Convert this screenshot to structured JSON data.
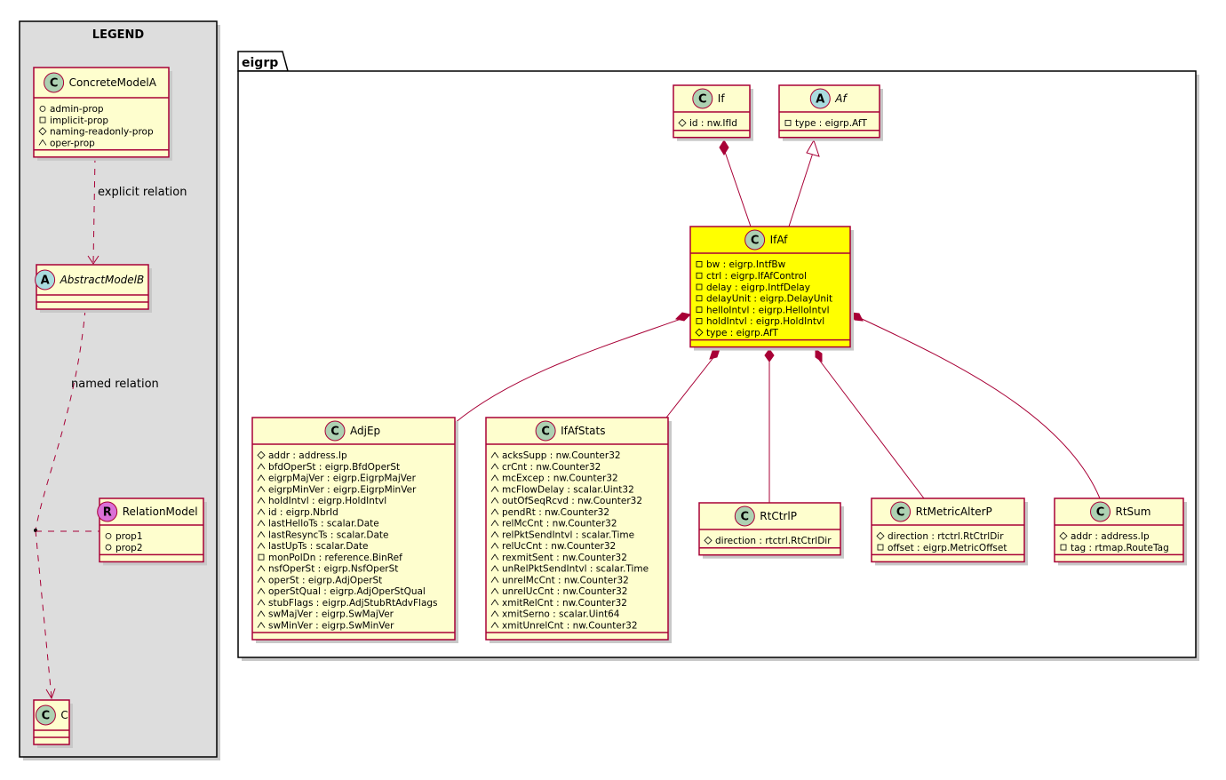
{
  "legend": {
    "title": "LEGEND",
    "concrete": {
      "stereo": "C",
      "name": "ConcreteModelA",
      "props": [
        {
          "vis": "public",
          "text": "admin-prop"
        },
        {
          "vis": "private",
          "text": "implicit-prop"
        },
        {
          "vis": "protected",
          "text": "naming-readonly-prop"
        },
        {
          "vis": "package",
          "text": "oper-prop"
        }
      ]
    },
    "abstract": {
      "stereo": "A",
      "name": "AbstractModelB"
    },
    "relation": {
      "stereo": "R",
      "name": "RelationModel",
      "props": [
        {
          "vis": "public",
          "text": "prop1"
        },
        {
          "vis": "public",
          "text": "prop2"
        }
      ]
    },
    "c": {
      "stereo": "C",
      "name": "C"
    },
    "explicit_label": "explicit relation",
    "named_label": "named relation"
  },
  "package": {
    "name": "eigrp"
  },
  "classes": {
    "If": {
      "stereo": "C",
      "name": "If",
      "props": [
        {
          "vis": "protected",
          "text": "id : nw.IfId"
        }
      ]
    },
    "Af": {
      "stereo": "A",
      "name": "Af",
      "props": [
        {
          "vis": "private",
          "text": "type : eigrp.AfT"
        }
      ]
    },
    "IfAf": {
      "stereo": "C",
      "name": "IfAf",
      "props": [
        {
          "vis": "private",
          "text": "bw : eigrp.IntfBw"
        },
        {
          "vis": "private",
          "text": "ctrl : eigrp.IfAfControl"
        },
        {
          "vis": "private",
          "text": "delay : eigrp.IntfDelay"
        },
        {
          "vis": "private",
          "text": "delayUnit : eigrp.DelayUnit"
        },
        {
          "vis": "private",
          "text": "helloIntvl : eigrp.HelloIntvl"
        },
        {
          "vis": "private",
          "text": "holdIntvl : eigrp.HoldIntvl"
        },
        {
          "vis": "protected",
          "text": "type : eigrp.AfT"
        }
      ]
    },
    "AdjEp": {
      "stereo": "C",
      "name": "AdjEp",
      "props": [
        {
          "vis": "protected",
          "text": "addr : address.Ip"
        },
        {
          "vis": "package",
          "text": "bfdOperSt : eigrp.BfdOperSt"
        },
        {
          "vis": "package",
          "text": "eigrpMajVer : eigrp.EigrpMajVer"
        },
        {
          "vis": "package",
          "text": "eigrpMinVer : eigrp.EigrpMinVer"
        },
        {
          "vis": "package",
          "text": "holdIntvl : eigrp.HoldIntvl"
        },
        {
          "vis": "package",
          "text": "id : eigrp.NbrId"
        },
        {
          "vis": "package",
          "text": "lastHelloTs : scalar.Date"
        },
        {
          "vis": "package",
          "text": "lastResyncTs : scalar.Date"
        },
        {
          "vis": "package",
          "text": "lastUpTs : scalar.Date"
        },
        {
          "vis": "private",
          "text": "monPolDn : reference.BinRef"
        },
        {
          "vis": "package",
          "text": "nsfOperSt : eigrp.NsfOperSt"
        },
        {
          "vis": "package",
          "text": "operSt : eigrp.AdjOperSt"
        },
        {
          "vis": "package",
          "text": "operStQual : eigrp.AdjOperStQual"
        },
        {
          "vis": "package",
          "text": "stubFlags : eigrp.AdjStubRtAdvFlags"
        },
        {
          "vis": "package",
          "text": "swMajVer : eigrp.SwMajVer"
        },
        {
          "vis": "package",
          "text": "swMinVer : eigrp.SwMinVer"
        }
      ]
    },
    "IfAfStats": {
      "stereo": "C",
      "name": "IfAfStats",
      "props": [
        {
          "vis": "package",
          "text": "acksSupp : nw.Counter32"
        },
        {
          "vis": "package",
          "text": "crCnt : nw.Counter32"
        },
        {
          "vis": "package",
          "text": "mcExcep : nw.Counter32"
        },
        {
          "vis": "package",
          "text": "mcFlowDelay : scalar.Uint32"
        },
        {
          "vis": "package",
          "text": "outOfSeqRcvd : nw.Counter32"
        },
        {
          "vis": "package",
          "text": "pendRt : nw.Counter32"
        },
        {
          "vis": "package",
          "text": "relMcCnt : nw.Counter32"
        },
        {
          "vis": "package",
          "text": "relPktSendIntvl : scalar.Time"
        },
        {
          "vis": "package",
          "text": "relUcCnt : nw.Counter32"
        },
        {
          "vis": "package",
          "text": "rexmitSent : nw.Counter32"
        },
        {
          "vis": "package",
          "text": "unRelPktSendIntvl : scalar.Time"
        },
        {
          "vis": "package",
          "text": "unrelMcCnt : nw.Counter32"
        },
        {
          "vis": "package",
          "text": "unrelUcCnt : nw.Counter32"
        },
        {
          "vis": "package",
          "text": "xmitRelCnt : nw.Counter32"
        },
        {
          "vis": "package",
          "text": "xmitSerno : scalar.Uint64"
        },
        {
          "vis": "package",
          "text": "xmitUnrelCnt : nw.Counter32"
        }
      ]
    },
    "RtCtrlP": {
      "stereo": "C",
      "name": "RtCtrlP",
      "props": [
        {
          "vis": "protected",
          "text": "direction : rtctrl.RtCtrlDir"
        }
      ]
    },
    "RtMetricAlterP": {
      "stereo": "C",
      "name": "RtMetricAlterP",
      "props": [
        {
          "vis": "protected",
          "text": "direction : rtctrl.RtCtrlDir"
        },
        {
          "vis": "private",
          "text": "offset : eigrp.MetricOffset"
        }
      ]
    },
    "RtSum": {
      "stereo": "C",
      "name": "RtSum",
      "props": [
        {
          "vis": "protected",
          "text": "addr : address.Ip"
        },
        {
          "vis": "private",
          "text": "tag : rtmap.RouteTag"
        }
      ]
    }
  },
  "colors": {
    "border": "#A80036",
    "box": "#FEFECE",
    "highlight": "#FFFF00"
  }
}
